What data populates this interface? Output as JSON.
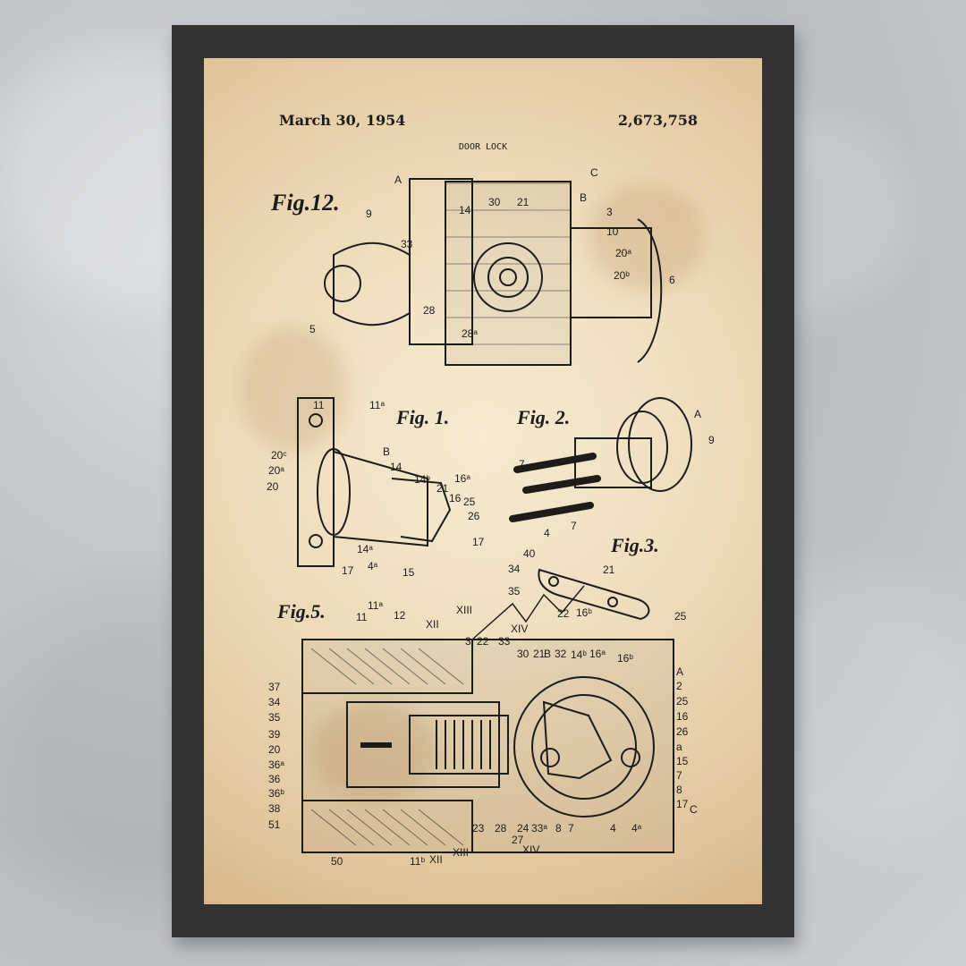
{
  "poster": {
    "date": "March 30, 1954",
    "number": "2,673,758",
    "title": "DOOR LOCK"
  },
  "figures": {
    "fig12": "Fig.12.",
    "fig1": "Fig. 1.",
    "fig2": "Fig. 2.",
    "fig3": "Fig.3.",
    "fig5": "Fig.5."
  },
  "colors": {
    "paper": "#efdfbf",
    "ink": "#1e1c19",
    "frame": "#333332",
    "wall": "#c6c9cc"
  }
}
